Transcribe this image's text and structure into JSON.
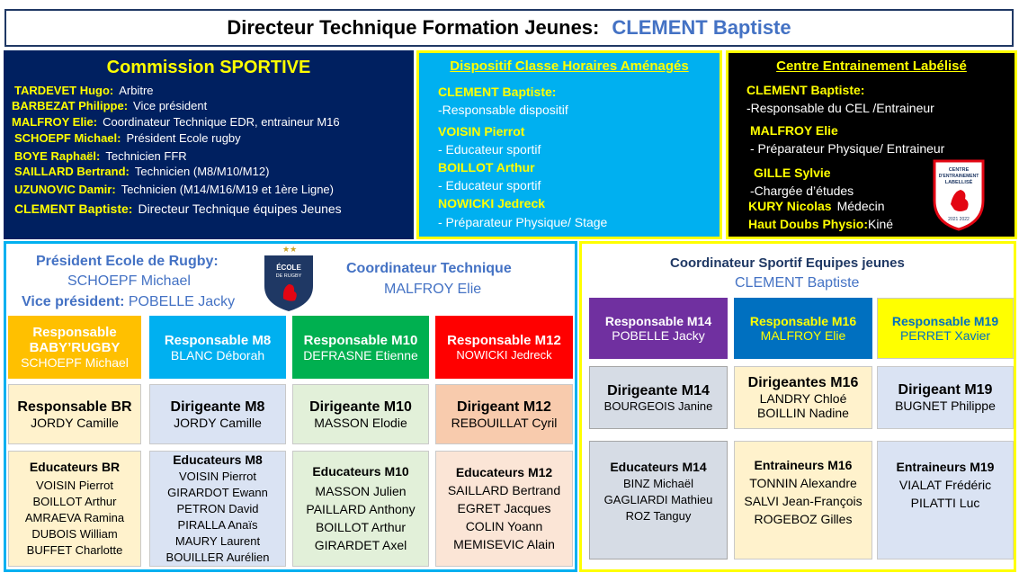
{
  "header": {
    "title": "Directeur Technique Formation Jeunes:",
    "name": "CLEMENT Baptiste"
  },
  "commission": {
    "title": "Commission SPORTIVE",
    "members": [
      {
        "name": "TARDEVET Hugo:",
        "role": "Arbitre"
      },
      {
        "name": "BARBEZAT Philippe:",
        "role": "Vice président"
      },
      {
        "name": "MALFROY Elie:",
        "role": "Coordinateur Technique EDR, entraineur M16"
      },
      {
        "name": "SCHOEPF Michael:",
        "role": "Président Ecole rugby"
      },
      {
        "name": "BOYE Raphaël:",
        "role": "Technicien  FFR"
      },
      {
        "name": "SAILLARD Bertrand:",
        "role": "Technicien (M8/M10/M12)"
      },
      {
        "name": "UZUNOVIC Damir:",
        "role": "Technicien (M14/M16/M19 et 1ère Ligne)"
      },
      {
        "name": "CLEMENT Baptiste:",
        "role": "Directeur Technique équipes Jeunes"
      }
    ]
  },
  "cha": {
    "title": "Dispositif Classe Horaires Aménagés",
    "lines": [
      {
        "type": "n",
        "text": "CLEMENT Baptiste:"
      },
      {
        "type": "r",
        "text": "-Responsable dispositif"
      },
      {
        "type": "n",
        "text": "VOISIN Pierrot"
      },
      {
        "type": "r",
        "text": "- Educateur sportif"
      },
      {
        "type": "n",
        "text": "BOILLOT Arthur"
      },
      {
        "type": "r",
        "text": "- Educateur sportif"
      },
      {
        "type": "n",
        "text": "NOWICKI Jedreck"
      },
      {
        "type": "r",
        "text": "- Préparateur Physique/ Stage"
      }
    ]
  },
  "cel": {
    "title": "Centre Entrainement Labélisé",
    "lines": [
      {
        "text": "CLEMENT Baptiste:"
      },
      {
        "text": "-Responsable du CEL /Entraineur"
      },
      {
        "text": "MALFROY Elie"
      },
      {
        "text": "- Préparateur Physique/ Entraineur"
      },
      {
        "text": "GILLE Sylvie"
      },
      {
        "text": "-Chargée d’études"
      },
      {
        "name": "KURY Nicolas",
        "role": "Médecin"
      },
      {
        "name": "Haut Doubs Physio:",
        "role": "Kiné"
      }
    ],
    "badge": {
      "l1": "CENTRE",
      "l2": "D'ENTRAINEMENT",
      "l3": "LABELLISÉ",
      "years": "2021 2022"
    }
  },
  "edr": {
    "president_label": "Président Ecole de Rugby:",
    "president_name": "SCHOEPF Michael",
    "vp_label": "Vice président:",
    "vp_name": "POBELLE Jacky",
    "coord_label": "Coordinateur Technique",
    "coord_name": "MALFROY Elie",
    "logo": {
      "l1": "ÉCOLE",
      "l2": "DE RUGBY"
    },
    "row1": [
      {
        "title": "Responsable BABY’RUGBY",
        "name": "SCHOEPF Michael"
      },
      {
        "title": "Responsable M8",
        "name": "BLANC Déborah"
      },
      {
        "title": "Responsable M10",
        "name": "DEFRASNE Etienne"
      },
      {
        "title": "Responsable M12",
        "name": "NOWICKI Jedreck"
      }
    ],
    "row2": [
      {
        "title": "Responsable BR",
        "name": "JORDY Camille"
      },
      {
        "title": "Dirigeante M8",
        "name": "JORDY Camille"
      },
      {
        "title": "Dirigeante M10",
        "name": "MASSON Elodie"
      },
      {
        "title": "Dirigeant M12",
        "name": "REBOUILLAT Cyril"
      }
    ],
    "row3": [
      {
        "title": "Educateurs BR",
        "names": [
          "VOISIN Pierrot",
          "BOILLOT Arthur",
          "AMRAEVA Ramina",
          "DUBOIS William",
          "BUFFET Charlotte"
        ]
      },
      {
        "title": "Educateurs M8",
        "names": [
          "VOISIN Pierrot",
          "GIRARDOT Ewann",
          "PETRON David",
          "PIRALLA Anaïs",
          "MAURY Laurent",
          "BOUILLER Aurélien"
        ]
      },
      {
        "title": "Educateurs M10",
        "names": [
          "MASSON Julien",
          "PAILLARD Anthony",
          "BOILLOT Arthur",
          "GIRARDET Axel"
        ]
      },
      {
        "title": "Educateurs M12",
        "names": [
          "SAILLARD Bertrand",
          "EGRET Jacques",
          "COLIN Yoann",
          "MEMISEVIC Alain"
        ]
      }
    ]
  },
  "csej": {
    "title": "Coordinateur Sportif Equipes jeunes",
    "name": "CLEMENT Baptiste",
    "row1": [
      {
        "title": "Responsable M14",
        "name": "POBELLE Jacky"
      },
      {
        "title": "Responsable M16",
        "name": "MALFROY Elie"
      },
      {
        "title": "Responsable M19",
        "name": "PERRET Xavier"
      }
    ],
    "row2": [
      {
        "title": "Dirigeante M14",
        "names": [
          "BOURGEOIS Janine"
        ]
      },
      {
        "title": "Dirigeantes M16",
        "names": [
          "LANDRY Chloé",
          "BOILLIN Nadine"
        ]
      },
      {
        "title": "Dirigeant M19",
        "names": [
          "BUGNET Philippe"
        ]
      }
    ],
    "row3": [
      {
        "title": "Educateurs M14",
        "names": [
          "BINZ Michaël",
          "GAGLIARDI Mathieu",
          "ROZ Tanguy"
        ]
      },
      {
        "title": "Entraineurs M16",
        "names": [
          "TONNIN Alexandre",
          "SALVI Jean-François",
          "ROGEBOZ Gilles"
        ]
      },
      {
        "title": "Entraineurs M19",
        "names": [
          "VIALAT Frédéric",
          "PILATTI Luc"
        ]
      }
    ]
  },
  "colors": {
    "navy": "#002060",
    "cyan": "#00b0f0",
    "yellow": "#ffff00",
    "orange": "#ffc000",
    "green": "#00b050",
    "red": "#ff0000",
    "purple": "#7030a0",
    "blue": "#0070c0",
    "light_yellow": "#fff2cc",
    "light_blue": "#dae3f3",
    "light_green": "#e2f0d9",
    "light_orange": "#f8cbad",
    "grey_blue": "#d6dce5",
    "peach": "#fbe5d6"
  }
}
